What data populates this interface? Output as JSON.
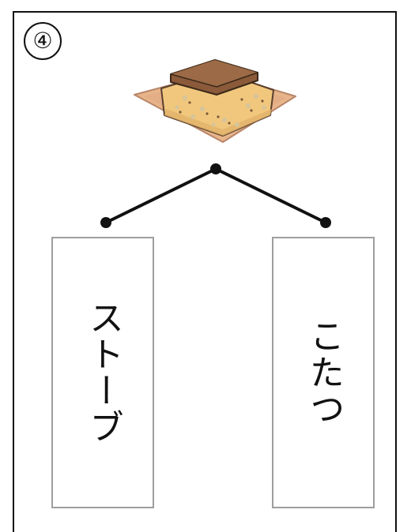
{
  "question": {
    "number": "④"
  },
  "picture": {
    "icon": "kotatsu-icon"
  },
  "choices": [
    {
      "label": "ストーブ"
    },
    {
      "label": "こたつ"
    }
  ],
  "colors": {
    "line": "#111111",
    "card_border": "#9e9e9e",
    "futon": "#f0c77d",
    "tabletop": "#8a5a3a",
    "mat": "#e8b48a"
  }
}
